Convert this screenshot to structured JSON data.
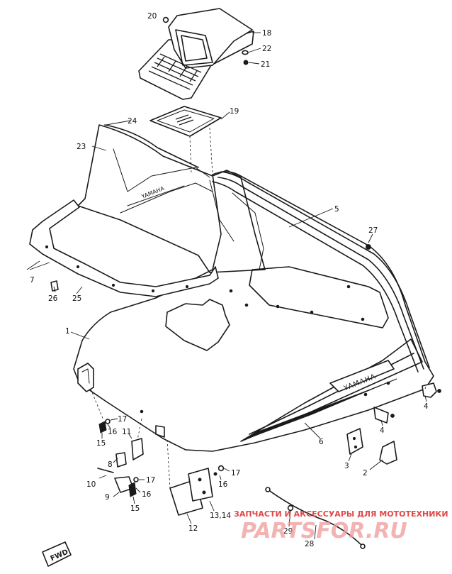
{
  "callouts": {
    "c1": "1",
    "c2": "2",
    "c3": "3",
    "c4a": "4",
    "c4b": "4",
    "c5": "5",
    "c6": "6",
    "c7": "7",
    "c8": "8",
    "c9": "9",
    "c10": "10",
    "c11": "11",
    "c12": "12",
    "c1314": "13,14",
    "c15a": "15",
    "c15b": "15",
    "c16a": "16",
    "c16b": "16",
    "c16c": "16",
    "c17a": "17",
    "c17b": "17",
    "c17c": "17",
    "c18": "18",
    "c19": "19",
    "c20": "20",
    "c21": "21",
    "c22": "22",
    "c23": "23",
    "c24": "24",
    "c25": "25",
    "c26": "26",
    "c27": "27",
    "c28": "28",
    "c29": "29"
  },
  "hood_logo": "YAMAHA",
  "forward_marker": "FWD",
  "watermark": {
    "line1": "ЗАПЧАСТИ И АКСЕССУАРЫ ДЛЯ МОТОТЕХНИКИ",
    "line2": "PARTSFOR.RU"
  },
  "colors": {
    "line": "#1a1a1a",
    "watermark_primary": "#e04848",
    "watermark_faded": "#f0a0a0"
  }
}
